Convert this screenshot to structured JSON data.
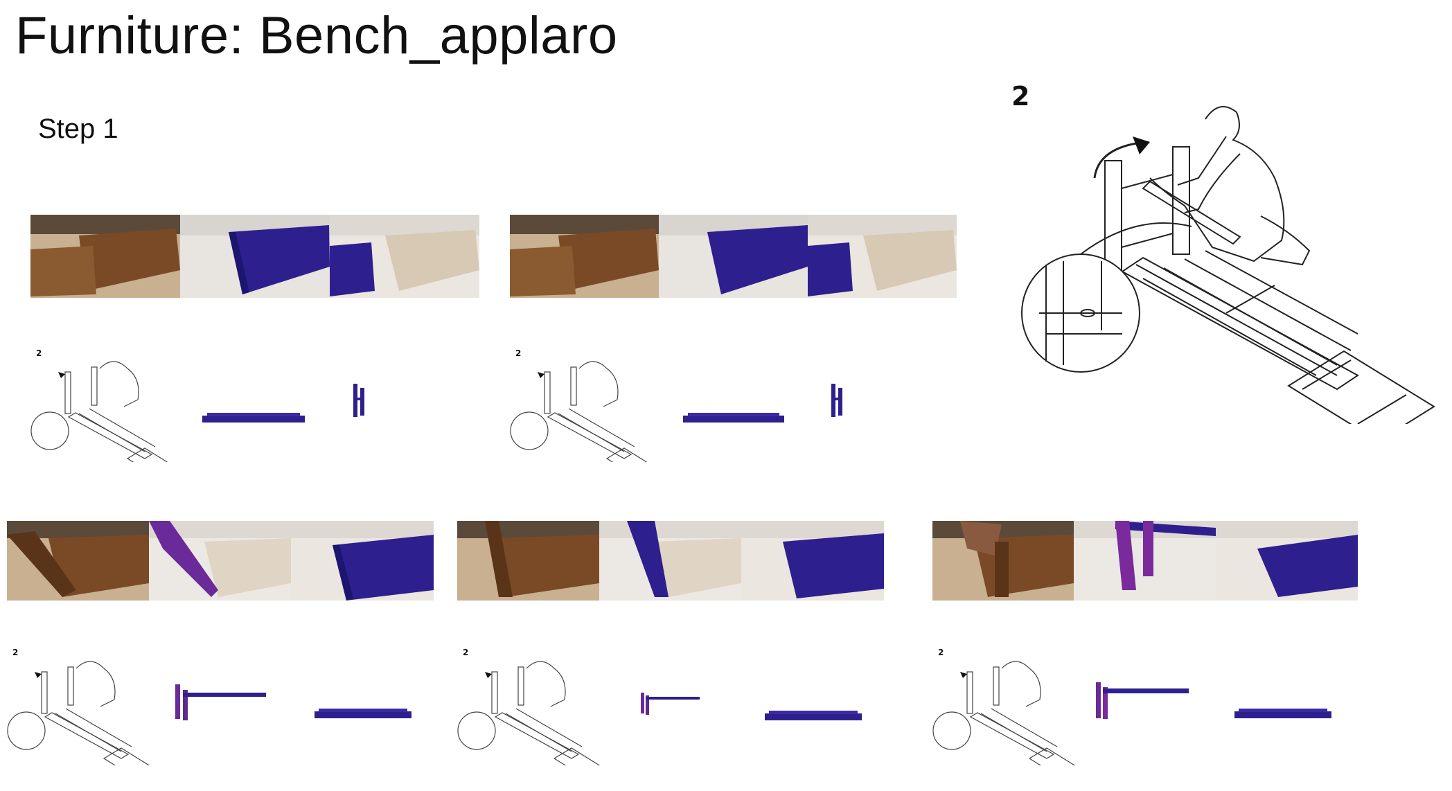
{
  "page": {
    "title": "Furniture: Bench_applaro",
    "step_label": "Step 1"
  },
  "reference_diagram": {
    "step_number": "2",
    "icon": "assembly-instruction-drawing"
  },
  "groups": [
    {
      "id": "group-1",
      "video_frames": 3,
      "diagram_step_number": "2",
      "overlay_color": "#2e1f8f"
    },
    {
      "id": "group-2",
      "video_frames": 3,
      "diagram_step_number": "2",
      "overlay_color": "#2e1f8f"
    },
    {
      "id": "group-3",
      "video_frames": 3,
      "diagram_step_number": "2",
      "overlay_color": "#5b2a8c"
    },
    {
      "id": "group-4",
      "video_frames": 3,
      "diagram_step_number": "2",
      "overlay_color": "#2e1f8f"
    },
    {
      "id": "group-5",
      "video_frames": 3,
      "diagram_step_number": "2",
      "overlay_color": "#7a2a9c"
    }
  ],
  "colors": {
    "wood": "#7a4a26",
    "floor": "#c9b79c",
    "overlay_blue": "#2e1f8f",
    "overlay_purple": "#6a2a9a"
  }
}
